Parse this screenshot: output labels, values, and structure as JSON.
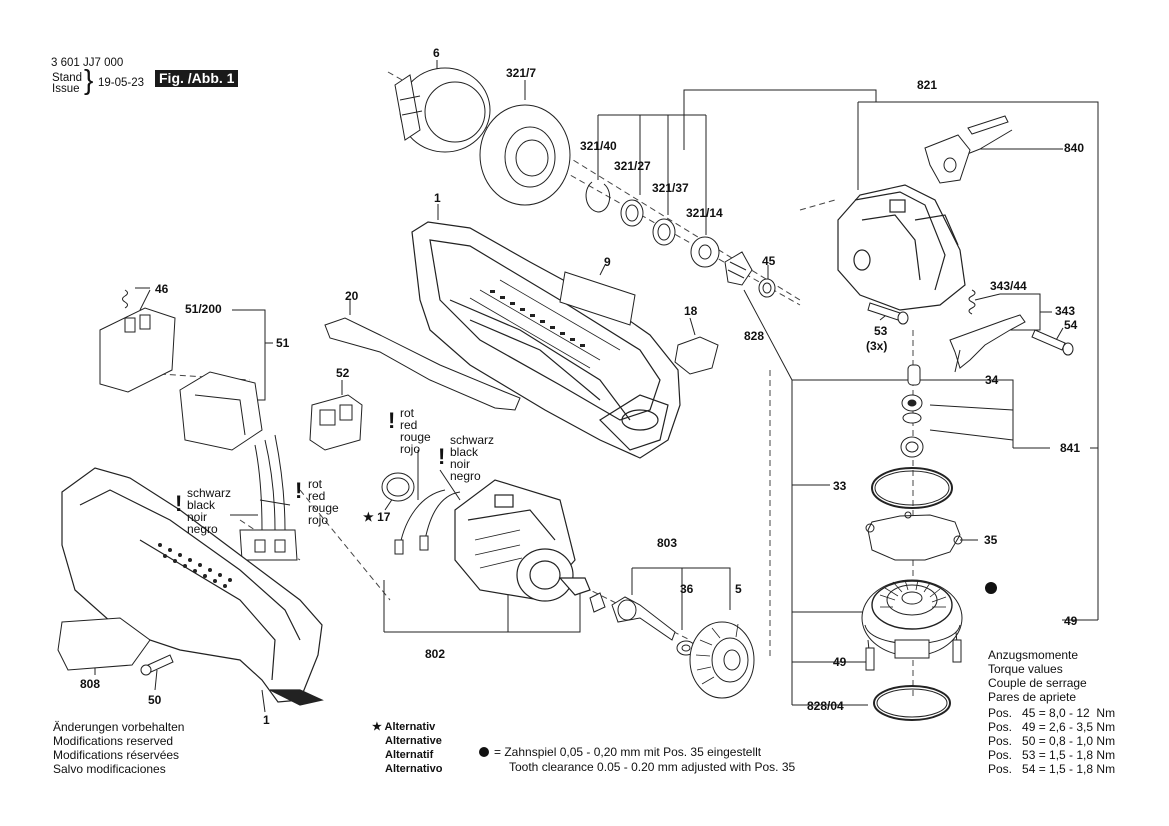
{
  "header": {
    "part_number": "3 601 JJ7 000",
    "stand": "Stand",
    "issue": "Issue",
    "date": "19-05-23",
    "fig_label": "Fig. /Abb. 1"
  },
  "parts": {
    "p6": "6",
    "p321_7": "321/7",
    "p821": "821",
    "p321_40": "321/40",
    "p321_27": "321/27",
    "p321_37": "321/37",
    "p321_14": "321/14",
    "p840": "840",
    "p1_top": "1",
    "p9": "9",
    "p45": "45",
    "p343_44": "343/44",
    "p343": "343",
    "p46": "46",
    "p51_200": "51/200",
    "p51": "51",
    "p20": "20",
    "p18": "18",
    "p828": "828",
    "p53": "53",
    "p3x": "(3x)",
    "p54": "54",
    "p52": "52",
    "p34": "34",
    "p841": "841",
    "p17": "★ 17",
    "p33": "33",
    "p803": "803",
    "p36": "36",
    "p5": "5",
    "p35": "35",
    "p49_right": "49",
    "p802": "802",
    "p49_left": "49",
    "p808": "808",
    "p50": "50",
    "p1_bottom": "1",
    "p828_04": "828/04"
  },
  "wire_labels": {
    "red_set_a": [
      "rot",
      "red",
      "rouge",
      "rojo"
    ],
    "black_set_a": [
      "schwarz",
      "black",
      "noir",
      "negro"
    ],
    "black_set_b": [
      "schwarz",
      "black",
      "noir",
      "negro"
    ],
    "red_set_b": [
      "rot",
      "red",
      "rouge",
      "rojo"
    ]
  },
  "footer": {
    "changes": [
      "Änderungen vorbehalten",
      "Modifications reserved",
      "Modifications réservées",
      "Salvo modificaciones"
    ],
    "alternative": [
      "★ Alternativ",
      "Alternative",
      "Alternatif",
      "Alternativo"
    ],
    "tooth_de": "= Zahnspiel 0,05 - 0,20 mm mit Pos. 35 eingestellt",
    "tooth_en": "Tooth clearance 0.05 - 0.20 mm adjusted with Pos. 35",
    "torque_title": [
      "Anzugsmomente",
      "Torque values",
      "Couple de serrage",
      "Pares de apriete"
    ],
    "torque_rows": [
      "Pos.   45 = 8,0 - 12  Nm",
      "Pos.   49 = 2,6 - 3,5 Nm",
      "Pos.   50 = 0,8 - 1,0 Nm",
      "Pos.   53 = 1,5 - 1,8 Nm",
      "Pos.   54 = 1,5 - 1,8 Nm"
    ]
  }
}
